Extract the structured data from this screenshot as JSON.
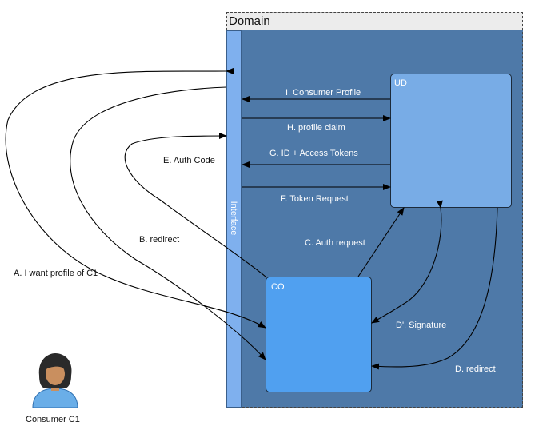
{
  "domain": {
    "title": "Domain"
  },
  "interface": {
    "label": "Interface"
  },
  "nodes": {
    "ud": "UD",
    "co": "CO"
  },
  "actor": {
    "label": "Consumer C1"
  },
  "flows": {
    "a": "A. I want profile of C1",
    "b": "B. redirect",
    "c": "C. Auth request",
    "d": "D. redirect",
    "d_prime": "D'. Signature",
    "e": "E. Auth Code",
    "f": "F. Token Request",
    "g": "G. ID + Access Tokens",
    "h": "H. profile claim",
    "i": "I. Consumer Profile"
  }
}
